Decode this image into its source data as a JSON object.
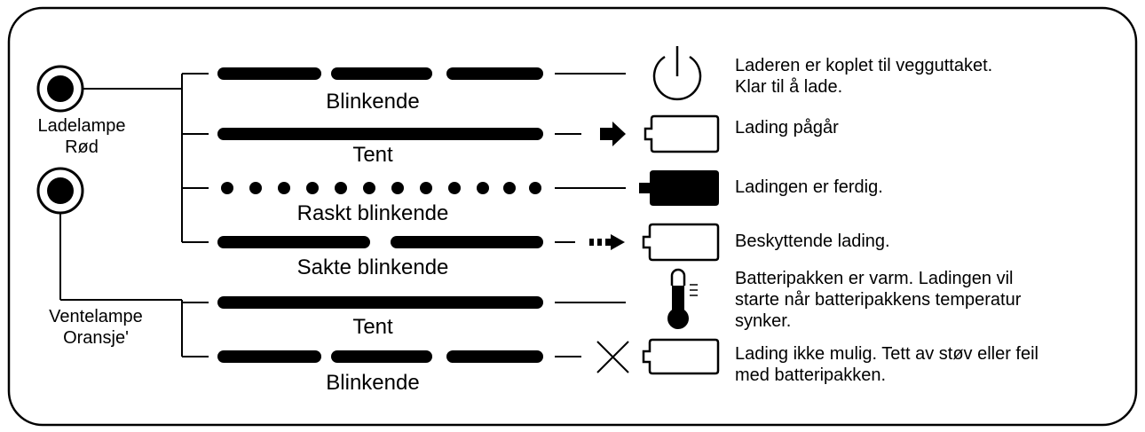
{
  "lamps": {
    "charge": {
      "line1": "Ladelampe",
      "line2": "Rød"
    },
    "wait": {
      "line1": "Ventelampe",
      "line2": "Oransje'"
    }
  },
  "rows": [
    {
      "pattern": "blinking",
      "label": "Blinkende",
      "icon": "power-icon",
      "desc": [
        "Laderen er koplet til vegguttaket.",
        "Klar til å lade."
      ]
    },
    {
      "pattern": "solid",
      "label": "Tent",
      "icon": "battery-charging-icon",
      "desc": [
        "Lading pågår"
      ]
    },
    {
      "pattern": "fast-blinking",
      "label": "Raskt blinkende",
      "icon": "battery-full-icon",
      "desc": [
        "Ladingen er ferdig."
      ]
    },
    {
      "pattern": "slow-blinking",
      "label": "Sakte blinkende",
      "icon": "battery-protective-icon",
      "desc": [
        "Beskyttende lading."
      ]
    },
    {
      "pattern": "solid",
      "label": "Tent",
      "icon": "thermometer-icon",
      "desc": [
        "Batteripakken er varm. Ladingen vil",
        "starte når batteripakkens temperatur",
        "synker."
      ]
    },
    {
      "pattern": "blinking",
      "label": "Blinkende",
      "icon": "battery-error-icon",
      "desc": [
        "Lading ikke mulig. Tett av støv eller feil",
        "med batteripakken."
      ]
    }
  ]
}
